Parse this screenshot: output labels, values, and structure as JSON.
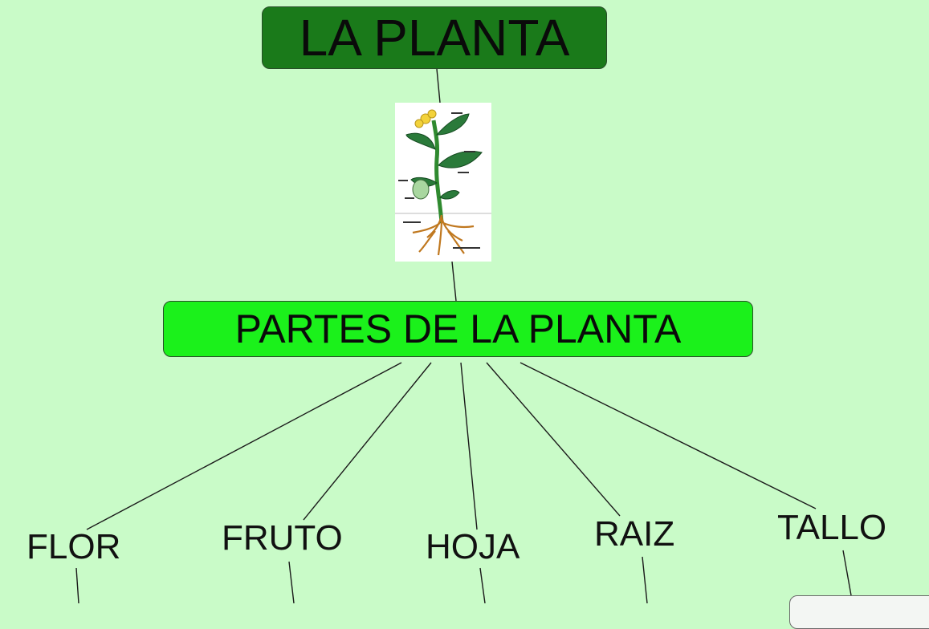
{
  "diagram": {
    "root": {
      "label": "LA PLANTA",
      "color": "#1a7a1a"
    },
    "parts": {
      "label": "PARTES DE LA PLANTA",
      "color": "#1bf11b"
    },
    "leaves": [
      {
        "label": "FLOR"
      },
      {
        "label": "FRUTO"
      },
      {
        "label": "HOJA"
      },
      {
        "label": "RAIZ"
      },
      {
        "label": "TALLO"
      }
    ],
    "background": "#c9fbc8",
    "image": {
      "subject": "plant-diagram-illustration"
    }
  }
}
